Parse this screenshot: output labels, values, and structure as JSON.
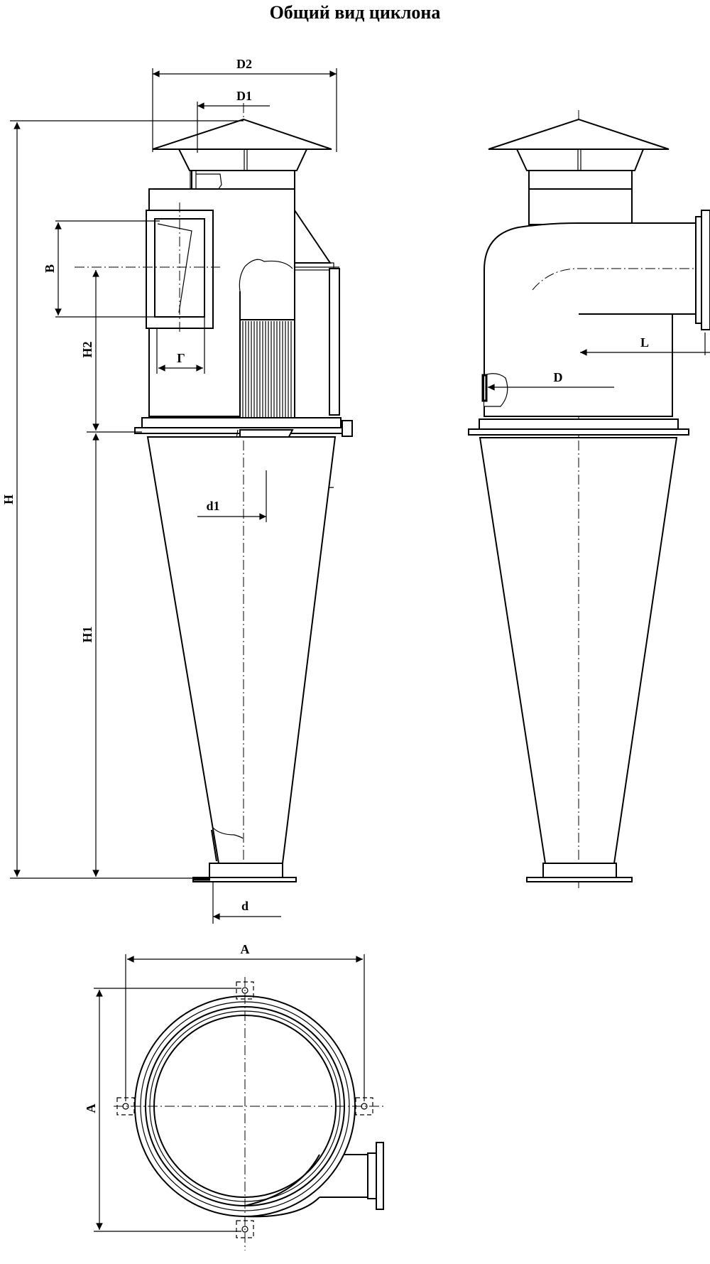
{
  "title": "Общий вид циклона",
  "dimensions": {
    "D2": "D2",
    "D1": "D1",
    "B": "B",
    "H2": "H2",
    "G": "Г",
    "H": "H",
    "H1": "H1",
    "d1": "d1",
    "d": "d",
    "L": "L",
    "D": "D",
    "A_horizontal": "A",
    "A_vertical": "A"
  }
}
